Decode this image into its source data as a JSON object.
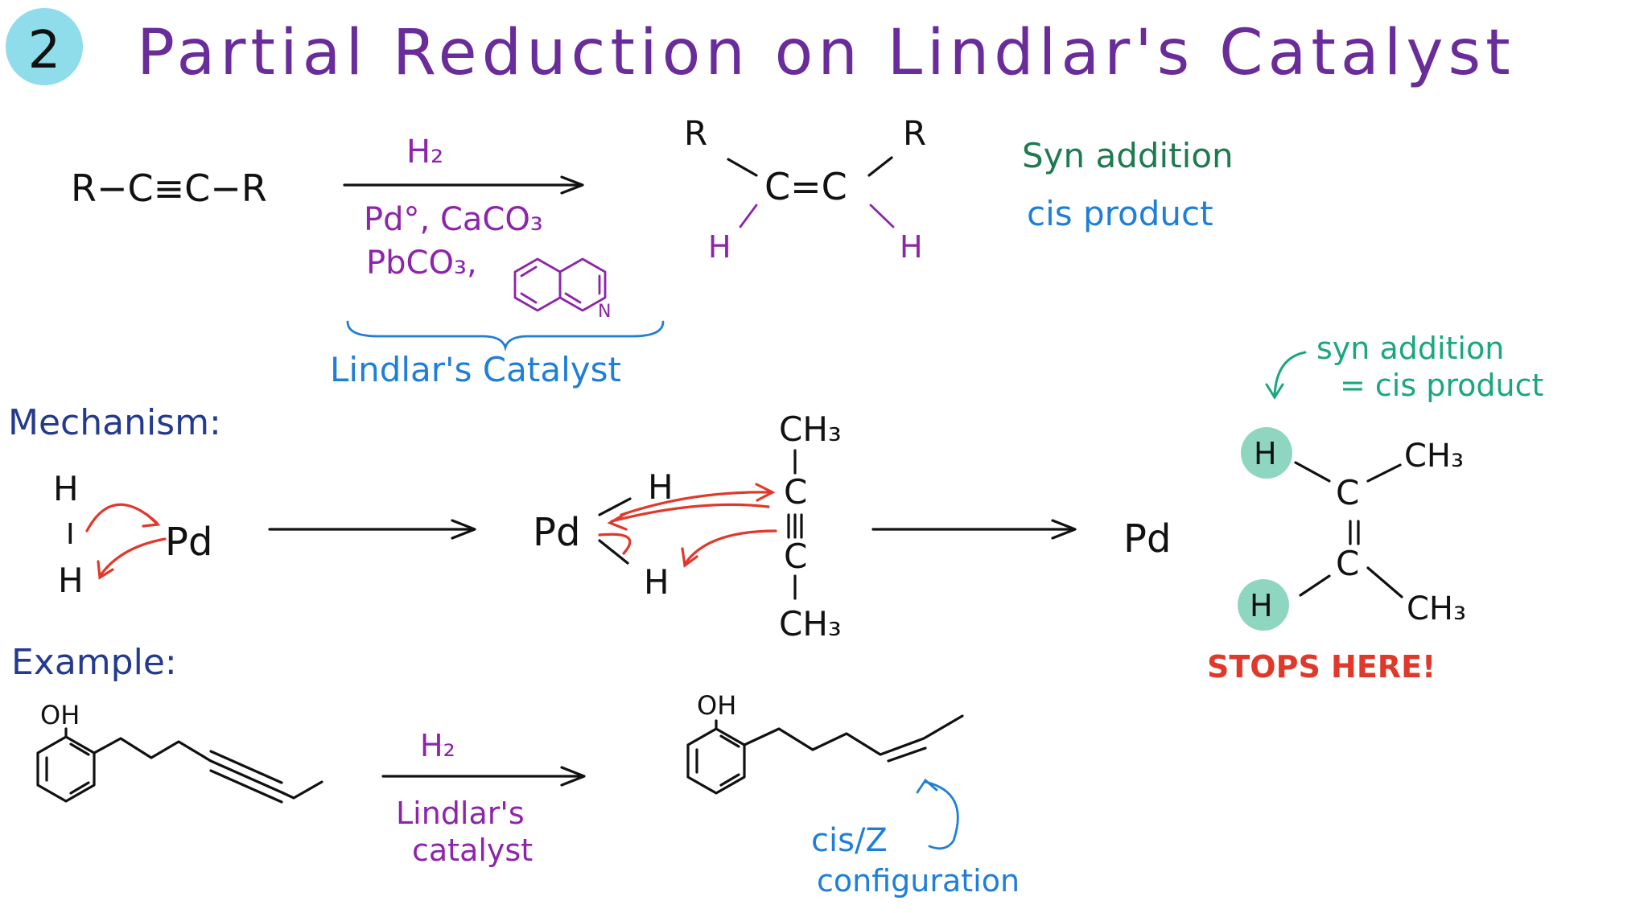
{
  "title": {
    "number": "2",
    "text": "Partial Reduction on Lindlar's Catalyst"
  },
  "reaction": {
    "reactant": "R−C≡C−R",
    "reagent_top": "H₂",
    "reagent_line1": "Pd°, CaCO₃",
    "reagent_line2": "PbCO₃,",
    "brace_label": "Lindlar's Catalyst",
    "product_R_left": "R",
    "product_R_right": "R",
    "product_core": "C=C",
    "product_H_left": "H",
    "product_H_right": "H",
    "note1": "Syn addition",
    "note2": "cis product"
  },
  "mechanism": {
    "heading": "Mechanism:",
    "step1_H_top": "H",
    "step1_bond": "I",
    "step1_H_bottom": "H",
    "step1_Pd": "Pd",
    "step2_Pd": "Pd",
    "step2_H_top": "H",
    "step2_H_bottom": "H",
    "alkyne_CH3_top": "CH₃",
    "alkyne_C1": "C",
    "alkyne_C2": "C",
    "alkyne_CH3_bottom": "CH₃",
    "step3_Pd": "Pd",
    "product_H_top": "H",
    "product_H_bottom": "H",
    "product_CH3_top": "CH₃",
    "product_CH3_bottom": "CH₃",
    "product_C1": "C",
    "product_C2": "C",
    "annotation_line1": "syn addition",
    "annotation_line2": "= cis product",
    "stop_label": "STOPS HERE!"
  },
  "example": {
    "heading": "Example:",
    "reactant_OH": "OH",
    "product_OH": "OH",
    "reagent_top": "H₂",
    "reagent_bottom1": "Lindlar's",
    "reagent_bottom2": "catalyst",
    "note1": "cis/Z",
    "note2": "configuration"
  },
  "colors": {
    "title": "#6a2c9a",
    "badge": "#8fdcea",
    "reagents": "#8e24aa",
    "green_note": "#1e7a4f",
    "blue_note": "#1f7fd6",
    "navy_heading": "#233a8f",
    "red_arrows": "#e0392b",
    "teal_highlight": "#8fd6c0"
  }
}
